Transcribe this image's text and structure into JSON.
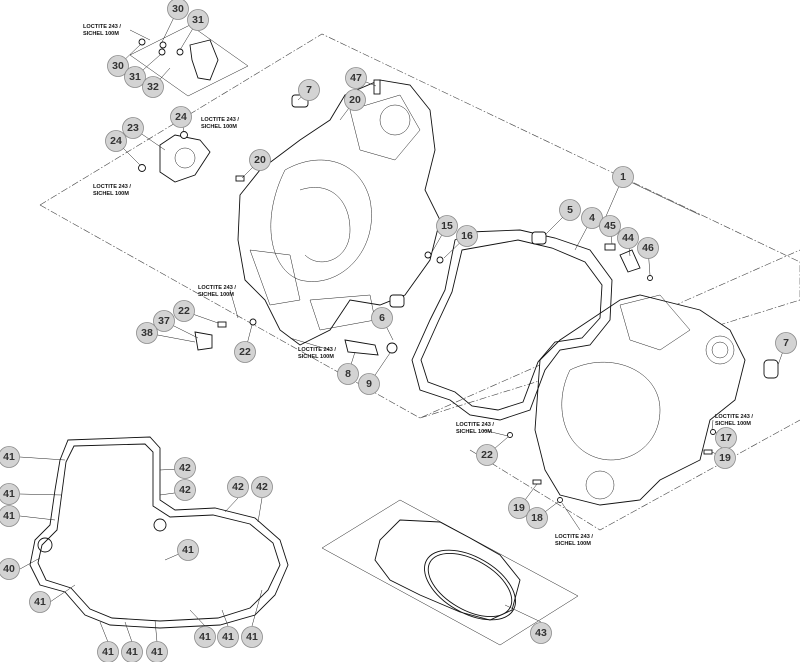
{
  "diagram": {
    "title": "Crankcase exploded parts view",
    "loctite_note": {
      "line1": "LOCTITE 243 /",
      "line2": "SICHEL 100M"
    },
    "callouts": [
      "30",
      "31",
      "30",
      "31",
      "32",
      "47",
      "7",
      "20",
      "24",
      "23",
      "24",
      "20",
      "1",
      "5",
      "4",
      "45",
      "44",
      "46",
      "15",
      "16",
      "22",
      "37",
      "38",
      "6",
      "22",
      "8",
      "9",
      "7",
      "17",
      "22",
      "19",
      "19",
      "18",
      "41",
      "42",
      "41",
      "42",
      "42",
      "42",
      "41",
      "40",
      "41",
      "41",
      "41",
      "41",
      "41",
      "41",
      "41",
      "41",
      "43"
    ]
  }
}
